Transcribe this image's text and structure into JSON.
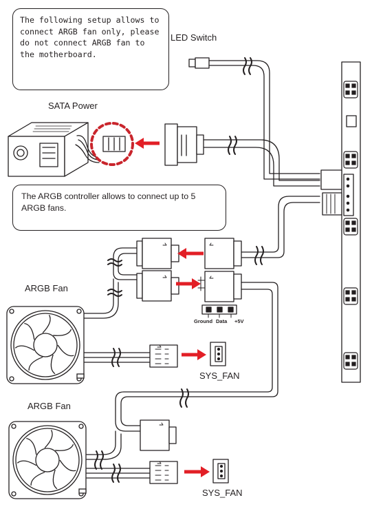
{
  "notes": {
    "fan_only": "The following setup allows to connect ARGB fan only, please do not connect ARGB fan to the motherboard.",
    "controller_limit": "The ARGB controller allows to connect up to 5 ARGB fans."
  },
  "labels": {
    "led_switch": "LED Switch",
    "sata_power": "SATA Power",
    "argb_fan_1": "ARGB Fan",
    "argb_fan_2": "ARGB Fan",
    "sys_fan_1": "SYS_FAN",
    "sys_fan_2": "SYS_FAN"
  },
  "pinout": {
    "ground": "Ground",
    "data": "Data",
    "plus5v": "+5V"
  },
  "colors": {
    "arrow": "#e21f26",
    "line": "#231f20",
    "highlight": "#c9252c"
  },
  "icons": [
    "psu-icon",
    "fan-icon",
    "arrow-icon"
  ]
}
